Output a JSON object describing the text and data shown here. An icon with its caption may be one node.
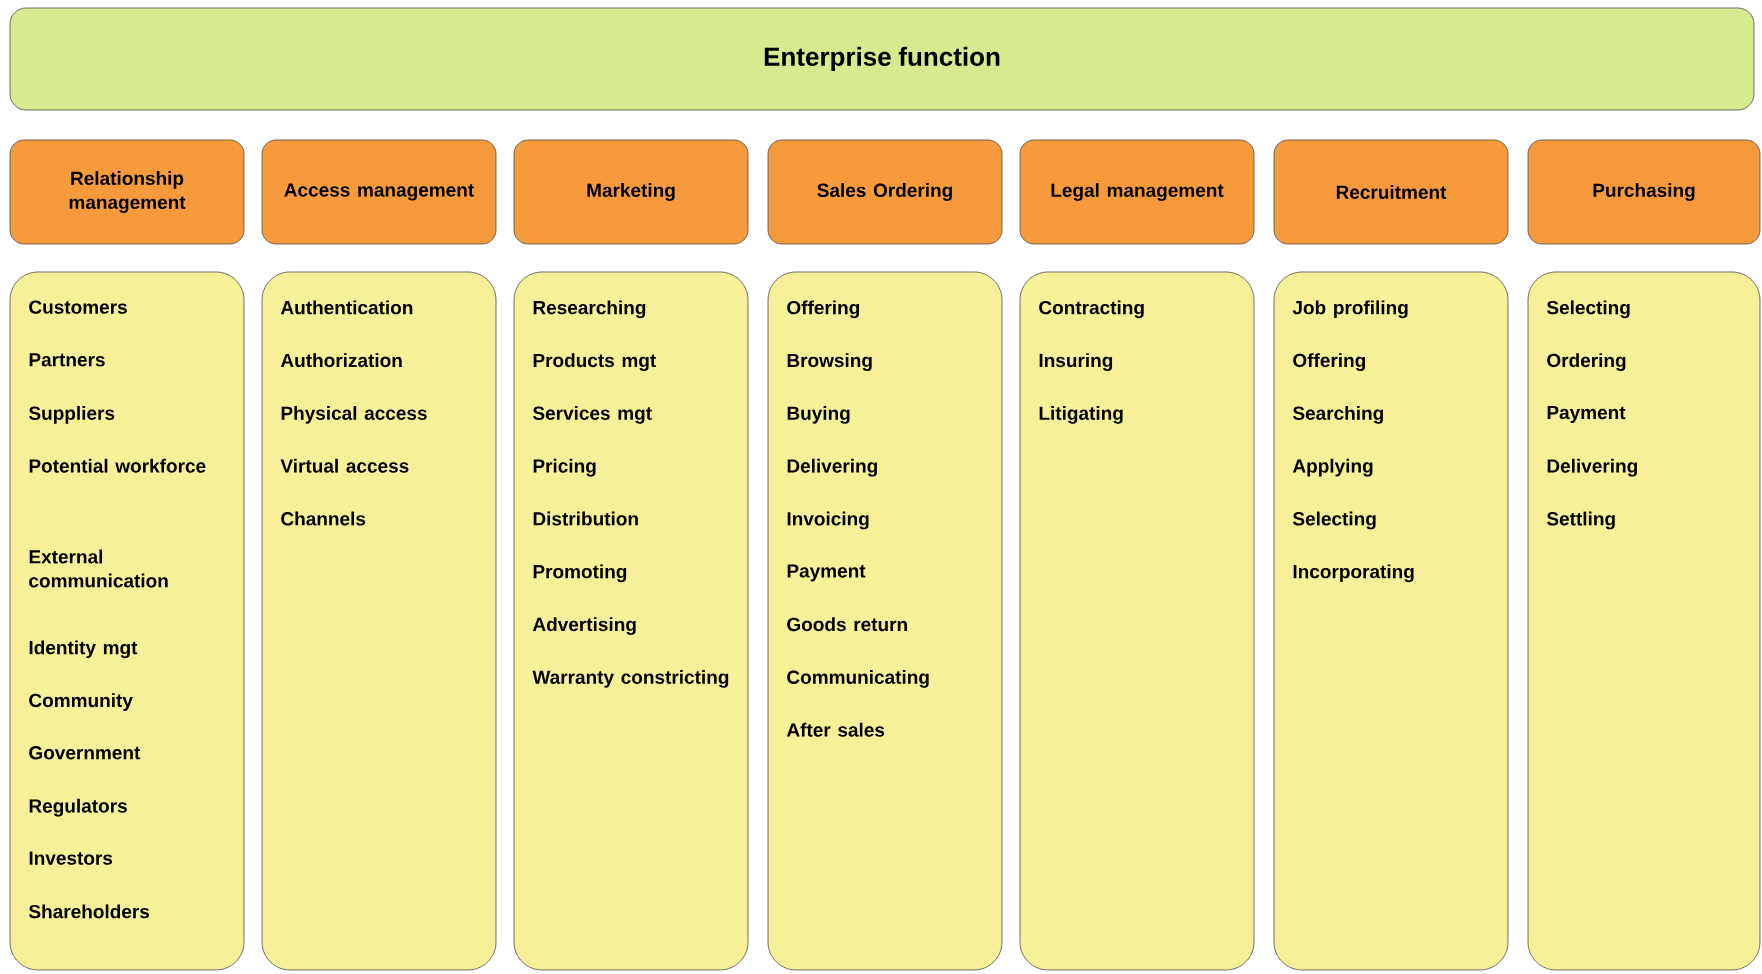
{
  "diagram": {
    "nodes": [
      {
        "text": [
          "Enterprise function"
        ]
      },
      {
        "text": [
          "Relationship management"
        ]
      },
      {
        "text": [
          "Access management"
        ]
      },
      {
        "text": [
          "Marketing"
        ]
      },
      {
        "text": [
          "Sales Ordering"
        ]
      },
      {
        "text": [
          "Legal management"
        ]
      },
      {
        "text": [
          "Recruitment"
        ]
      },
      {
        "text": [
          "Purchasing"
        ]
      },
      {
        "text": [
          "Customers",
          "Partners",
          "Suppliers",
          "Potential workforce",
          "External communication",
          "Identity mgt",
          "Community",
          "Government",
          "Regulators",
          "Investors",
          "Shareholders"
        ]
      },
      {
        "text": [
          "Authentication",
          "Authorization",
          "Physical access",
          "Virtual access",
          "Channels"
        ]
      },
      {
        "text": [
          "Researching",
          "Products mgt",
          "Services mgt",
          "Pricing",
          "Distribution",
          "Promoting",
          "Advertising",
          "Warranty constricting"
        ]
      },
      {
        "text": [
          "Offering",
          "Browsing",
          "Buying",
          "Delivering",
          "Invoicing",
          "Payment",
          "Goods return",
          "Communicating",
          "After sales"
        ]
      },
      {
        "text": [
          "Contracting",
          "Insuring",
          "Litigating"
        ]
      },
      {
        "text": [
          "Job profiling",
          "Offering",
          "Searching",
          "Applying",
          "Selecting",
          "Incorporating"
        ]
      },
      {
        "text": [
          "Selecting",
          "Ordering",
          "Payment",
          "Delivering",
          "Settling"
        ]
      }
    ],
    "edges": []
  }
}
